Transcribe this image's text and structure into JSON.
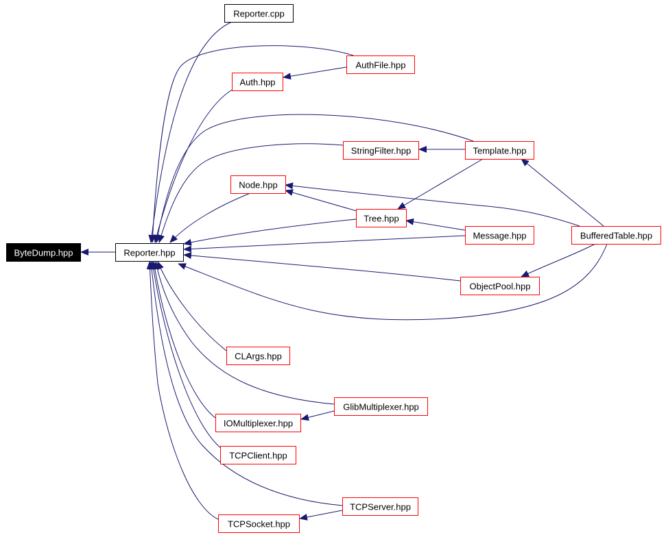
{
  "colors": {
    "edge": "#191970",
    "node_border": "#ff0000",
    "node_fill": "#ffffff",
    "root_fill": "#000000",
    "root_text": "#ffffff",
    "reference_border": "#000000",
    "text": "#000000"
  },
  "nodes": [
    {
      "id": "ByteDump",
      "label": "ByteDump.hpp",
      "style": "root"
    },
    {
      "id": "Reporter",
      "label": "Reporter.hpp",
      "style": "reference"
    },
    {
      "id": "ReporterCpp",
      "label": "Reporter.cpp",
      "style": "reference"
    },
    {
      "id": "AuthFile",
      "label": "AuthFile.hpp",
      "style": "normal"
    },
    {
      "id": "Auth",
      "label": "Auth.hpp",
      "style": "normal"
    },
    {
      "id": "StringFilter",
      "label": "StringFilter.hpp",
      "style": "normal"
    },
    {
      "id": "Template",
      "label": "Template.hpp",
      "style": "normal"
    },
    {
      "id": "Node",
      "label": "Node.hpp",
      "style": "normal"
    },
    {
      "id": "Tree",
      "label": "Tree.hpp",
      "style": "normal"
    },
    {
      "id": "Message",
      "label": "Message.hpp",
      "style": "normal"
    },
    {
      "id": "BufferedTable",
      "label": "BufferedTable.hpp",
      "style": "normal"
    },
    {
      "id": "ObjectPool",
      "label": "ObjectPool.hpp",
      "style": "normal"
    },
    {
      "id": "CLArgs",
      "label": "CLArgs.hpp",
      "style": "normal"
    },
    {
      "id": "GlibMultiplexer",
      "label": "GlibMultiplexer.hpp",
      "style": "normal"
    },
    {
      "id": "IOMultiplexer",
      "label": "IOMultiplexer.hpp",
      "style": "normal"
    },
    {
      "id": "TCPClient",
      "label": "TCPClient.hpp",
      "style": "normal"
    },
    {
      "id": "TCPServer",
      "label": "TCPServer.hpp",
      "style": "normal"
    },
    {
      "id": "TCPSocket",
      "label": "TCPSocket.hpp",
      "style": "normal"
    }
  ],
  "edges": [
    {
      "from": "Reporter",
      "to": "ByteDump"
    },
    {
      "from": "ReporterCpp",
      "to": "Reporter"
    },
    {
      "from": "AuthFile",
      "to": "Reporter"
    },
    {
      "from": "AuthFile",
      "to": "Auth"
    },
    {
      "from": "Auth",
      "to": "Reporter"
    },
    {
      "from": "Template",
      "to": "Reporter"
    },
    {
      "from": "StringFilter",
      "to": "Reporter"
    },
    {
      "from": "Template",
      "to": "StringFilter"
    },
    {
      "from": "Template",
      "to": "Tree"
    },
    {
      "from": "Node",
      "to": "Reporter"
    },
    {
      "from": "Tree",
      "to": "Node"
    },
    {
      "from": "BufferedTable",
      "to": "Node"
    },
    {
      "from": "Tree",
      "to": "Reporter"
    },
    {
      "from": "Message",
      "to": "Tree"
    },
    {
      "from": "Message",
      "to": "Reporter"
    },
    {
      "from": "BufferedTable",
      "to": "Template"
    },
    {
      "from": "BufferedTable",
      "to": "ObjectPool"
    },
    {
      "from": "ObjectPool",
      "to": "Reporter"
    },
    {
      "from": "BufferedTable",
      "to": "Reporter"
    },
    {
      "from": "CLArgs",
      "to": "Reporter"
    },
    {
      "from": "GlibMultiplexer",
      "to": "Reporter"
    },
    {
      "from": "GlibMultiplexer",
      "to": "IOMultiplexer"
    },
    {
      "from": "IOMultiplexer",
      "to": "Reporter"
    },
    {
      "from": "TCPClient",
      "to": "Reporter"
    },
    {
      "from": "TCPServer",
      "to": "Reporter"
    },
    {
      "from": "TCPServer",
      "to": "TCPSocket"
    },
    {
      "from": "TCPSocket",
      "to": "Reporter"
    }
  ]
}
